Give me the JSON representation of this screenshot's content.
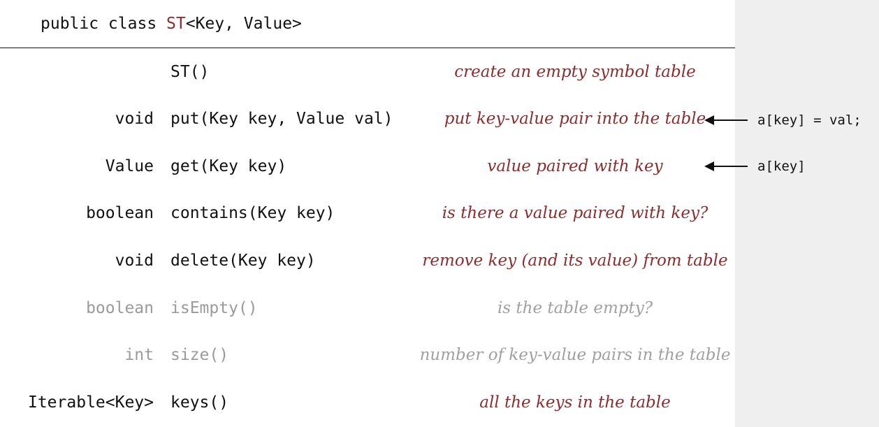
{
  "header": {
    "prefix": "public class ",
    "class_name": "ST",
    "type_params": "<Key, Value>"
  },
  "rows": [
    {
      "return_type": "",
      "signature": "ST()",
      "description": "create an empty symbol table",
      "muted": false
    },
    {
      "return_type": "void",
      "signature": "put(Key key, Value val)",
      "description": "put key-value pair into the table",
      "muted": false
    },
    {
      "return_type": "Value",
      "signature": "get(Key key)",
      "description": "value paired with key",
      "muted": false
    },
    {
      "return_type": "boolean",
      "signature": "contains(Key key)",
      "description": "is there a value paired with key?",
      "muted": false
    },
    {
      "return_type": "void",
      "signature": "delete(Key key)",
      "description": "remove key (and its value) from table",
      "muted": false
    },
    {
      "return_type": "boolean",
      "signature": "isEmpty()",
      "description": "is the table empty?",
      "muted": true
    },
    {
      "return_type": "int",
      "signature": "size()",
      "description": "number of key-value pairs in the table",
      "muted": true
    },
    {
      "return_type": "Iterable<Key>",
      "signature": "keys()",
      "description": "all the keys in the table",
      "muted": false
    }
  ],
  "annotations": [
    {
      "row": 1,
      "text": "a[key] = val;"
    },
    {
      "row": 2,
      "text": "a[key]"
    }
  ],
  "colors": {
    "accent": "#8b2d2d",
    "muted": "#9a9a9a",
    "text": "#111111",
    "panel": "#ffffff",
    "background": "#efefef"
  }
}
